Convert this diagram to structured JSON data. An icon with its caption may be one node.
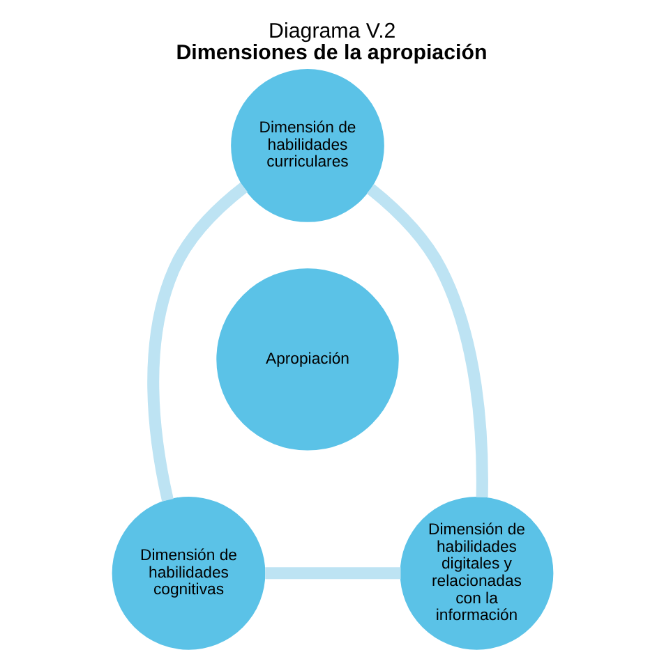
{
  "diagram": {
    "title": "Dimensiones de la apropiación",
    "nodes": [
      {
        "text": [
          "Dimensión de habilidades curriculares"
        ]
      },
      {
        "text": [
          "Apropiación"
        ]
      },
      {
        "text": [
          "Dimensión de habilidades cognitivas"
        ]
      },
      {
        "text": [
          "Dimensión de habilidades digitales y relacionadas con la información"
        ]
      }
    ],
    "edges": [
      {
        "from": 0,
        "to": 2,
        "arrow": "none"
      },
      {
        "from": 2,
        "to": 3,
        "arrow": "none"
      },
      {
        "from": 3,
        "to": 0,
        "arrow": "none"
      }
    ],
    "labels": [
      "Diagrama V.2"
    ]
  }
}
